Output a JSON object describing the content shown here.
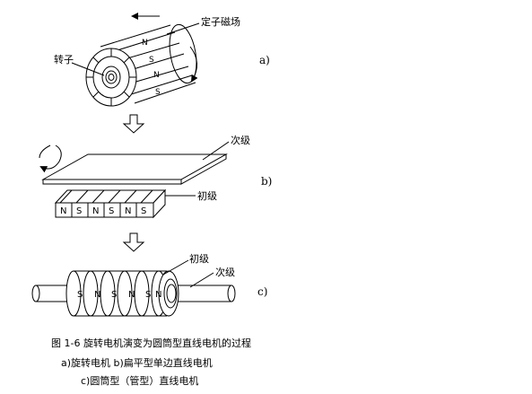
{
  "labels": {
    "stator_field": "定子磁场",
    "rotor": "转子",
    "secondary_b": "次级",
    "primary_b": "初级",
    "primary_c": "初级",
    "secondary_c": "次级"
  },
  "poles": {
    "rotor_a": [
      "N",
      "S",
      "N",
      "S"
    ],
    "flat_b": [
      "N",
      "S",
      "N",
      "S",
      "N",
      "S"
    ],
    "tube_c": [
      "S",
      "N",
      "S",
      "N",
      "S",
      "N"
    ]
  },
  "sublabels": {
    "a": "a)",
    "b": "b)",
    "c": "c)"
  },
  "caption": {
    "line1": "图 1-6    旋转电机演变为圆筒型直线电机的过程",
    "line2": "a)旋转电机      b)扁平型单边直线电机",
    "line3": "c)圆筒型（管型）直线电机"
  }
}
